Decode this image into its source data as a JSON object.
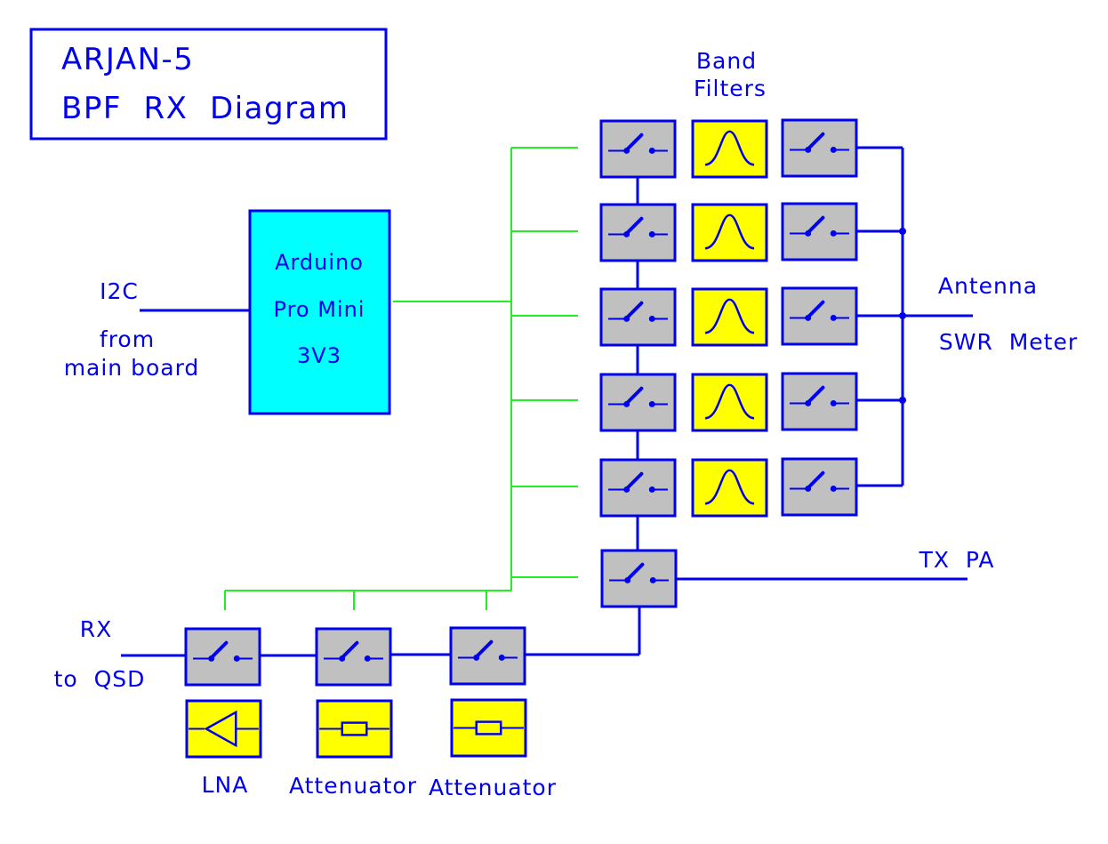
{
  "title": {
    "line1": "ARJAN-5",
    "line2": "BPF  RX  Diagram"
  },
  "arduino": {
    "line1": "Arduino",
    "line2": "Pro Mini",
    "line3": "3V3"
  },
  "labels": {
    "i2c": "I2C",
    "from": "from",
    "main_board": "main board",
    "band": "Band",
    "filters": "Filters",
    "antenna": "Antenna",
    "swr_meter": "SWR  Meter",
    "tx_pa": "TX  PA",
    "rx": "RX",
    "to_qsd": "to  QSD",
    "lna": "LNA",
    "attenuator_1": "Attenuator",
    "attenuator_2": "Attenuator"
  },
  "colors": {
    "line_blue": "#0000ee",
    "control_green": "#22ee22",
    "switch_gray": "#c0c0c0",
    "filter_yellow": "#ffff00",
    "arduino_cyan": "#00ffff"
  },
  "icons": {
    "switch": "switch-icon",
    "bandpass": "bandpass-icon",
    "amplifier": "amplifier-icon",
    "resistor": "resistor-icon"
  }
}
